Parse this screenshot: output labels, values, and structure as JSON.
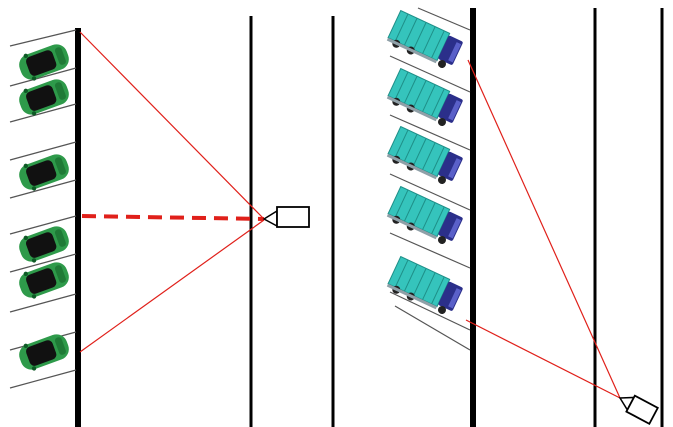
{
  "scene": {
    "left_group": {
      "vehicle_type": "car",
      "count": 6,
      "body_color": "#2e9a4a",
      "roof_color": "#111111"
    },
    "right_group": {
      "vehicle_type": "truck",
      "count": 5,
      "cargo_color": "#35c4bc",
      "cab_color": "#2b2f8a"
    },
    "sight_line_color": "#e0201a",
    "lane_line_color": "#000000",
    "camera_icon": "rectangle-with-triangle-lens",
    "slot_line_color": "#555555"
  }
}
